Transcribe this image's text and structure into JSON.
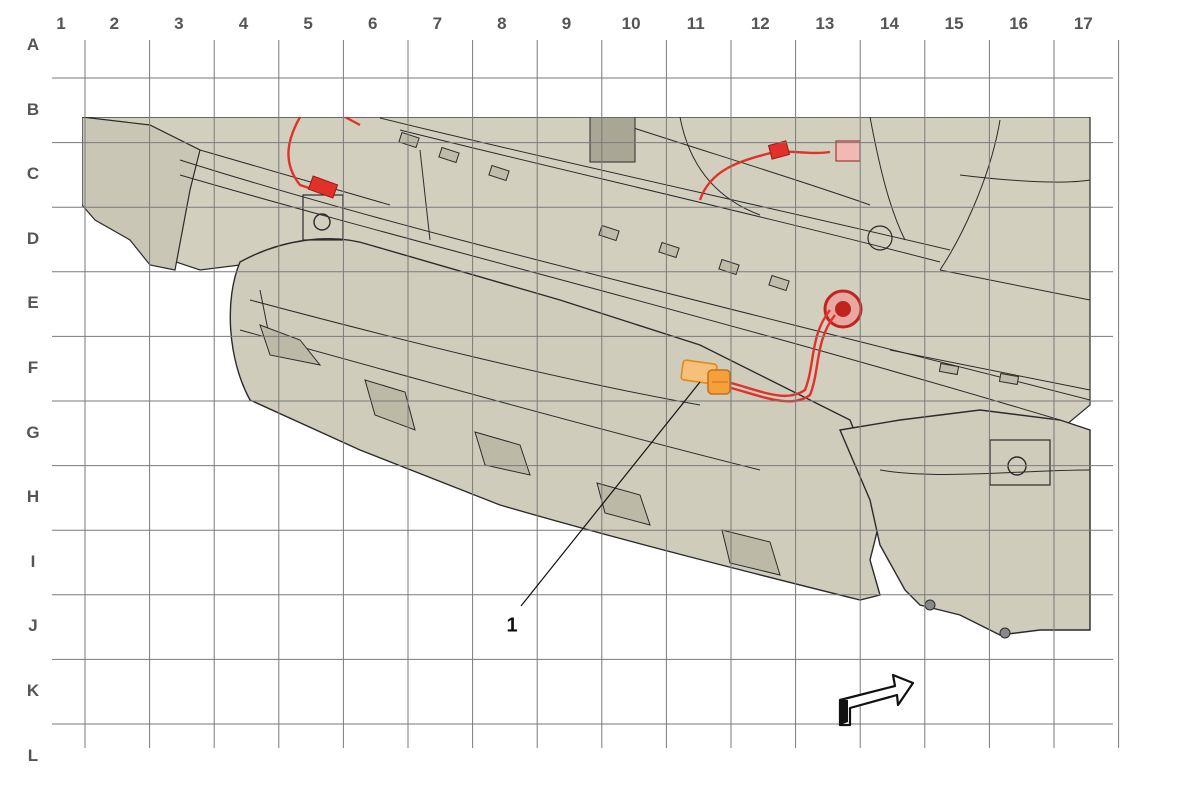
{
  "grid": {
    "columns": [
      "1",
      "2",
      "3",
      "4",
      "5",
      "6",
      "7",
      "8",
      "9",
      "10",
      "11",
      "12",
      "13",
      "14",
      "15",
      "16",
      "17"
    ],
    "rows": [
      "A",
      "B",
      "C",
      "D",
      "E",
      "F",
      "G",
      "H",
      "I",
      "J",
      "K",
      "L"
    ]
  },
  "callouts": [
    {
      "label": "1",
      "target": "connector"
    }
  ],
  "colors": {
    "background": "#ffffff",
    "body_fill": "#d2cfbf",
    "body_stroke": "#2b2b2b",
    "grid": "#7a7a7a",
    "harness": "#e0312b",
    "connector_highlight": "#f5a03a",
    "label": "#555555"
  },
  "icons": [
    "view-direction-arrow-icon"
  ]
}
